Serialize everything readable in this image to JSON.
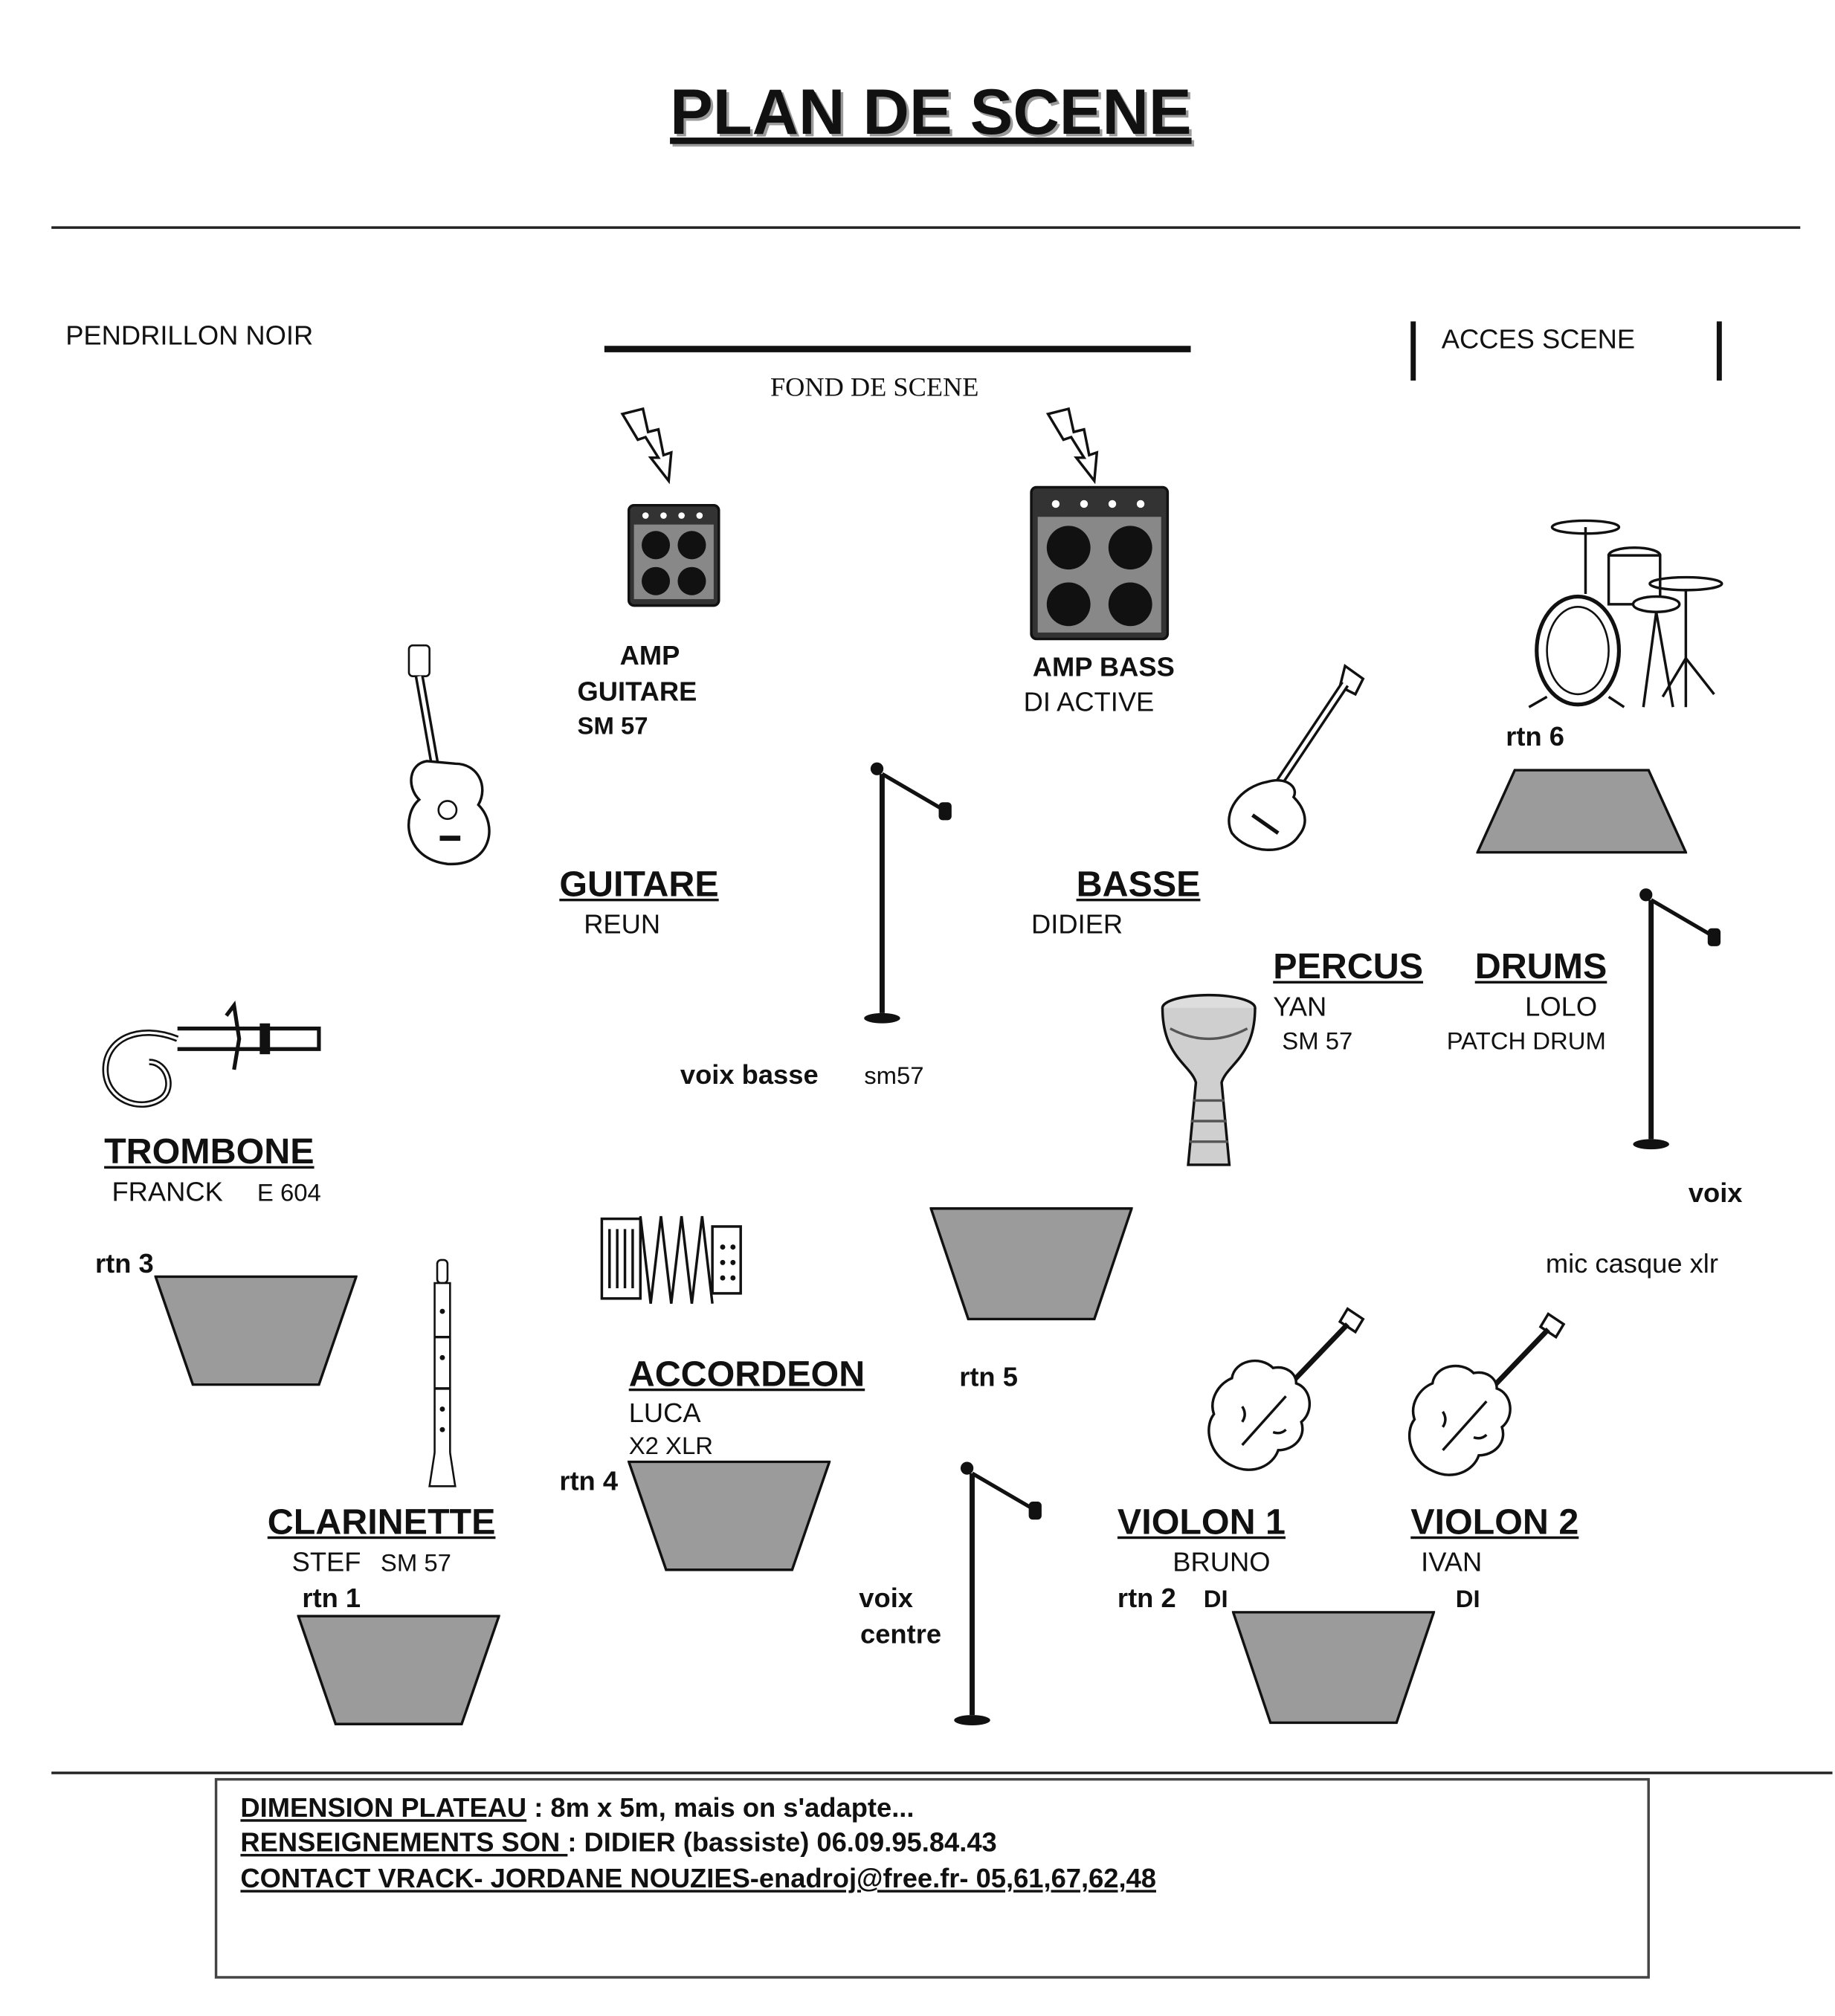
{
  "title": "PLAN DE SCENE",
  "stage_labels": {
    "pendrillon": "PENDRILLON  NOIR",
    "acces": "ACCES  SCENE",
    "fond": "FOND DE SCENE"
  },
  "amps": {
    "guitar_l1": "AMP",
    "guitar_l2": "GUITARE",
    "guitar_mic": "SM 57",
    "bass": "AMP BASS",
    "bass_di": "DI ACTIVE"
  },
  "musicians": {
    "guitare": {
      "instrument": "GUITARE",
      "name": "REUN"
    },
    "basse": {
      "instrument": "BASSE",
      "name": "DIDIER"
    },
    "percus": {
      "instrument": "PERCUS",
      "name": "YAN",
      "mic": "SM 57"
    },
    "drums": {
      "instrument": "DRUMS",
      "name": "LOLO",
      "mic": "PATCH DRUM"
    },
    "trombone": {
      "instrument": "TROMBONE",
      "name": "FRANCK",
      "mic": "E 604"
    },
    "accordeon": {
      "instrument": "ACCORDEON",
      "name": "LUCA",
      "mic": "X2 XLR"
    },
    "clarinette": {
      "instrument": "CLARINETTE",
      "name": "STEF",
      "mic": "SM 57"
    },
    "violon1": {
      "instrument": "VIOLON 1",
      "name": "BRUNO",
      "di": "DI"
    },
    "violon2": {
      "instrument": "VIOLON  2",
      "name": "IVAN",
      "di": "DI"
    }
  },
  "mics": {
    "voix_basse": "voix basse",
    "voix_basse_model": "sm57",
    "voix": "voix",
    "mic_casque": "mic casque xlr",
    "voix_centre_l1": "voix",
    "voix_centre_l2": "centre"
  },
  "returns": {
    "rtn1": "rtn 1",
    "rtn2": "rtn 2",
    "rtn3": "rtn 3",
    "rtn4": "rtn 4",
    "rtn5": "rtn 5",
    "rtn6": "rtn 6"
  },
  "footer": {
    "line1_label": "DIMENSION PLATEAU",
    "line1_text": " : 8m x 5m, mais on s'adapte...",
    "line2_label": "RENSEIGNEMENTS  SON ",
    "line2_text": ": DIDIER  (bassiste) 06.09.95.84.43",
    "line3": "CONTACT VRACK- JORDANE NOUZIES-enadroj@free.fr- 05,61,67,62,48"
  },
  "colors": {
    "wedge_fill": "#9b9b9b",
    "ink": "#111111"
  }
}
